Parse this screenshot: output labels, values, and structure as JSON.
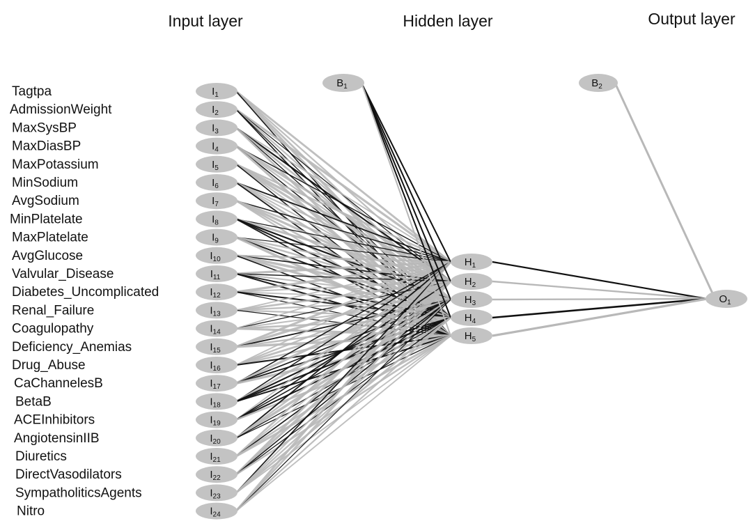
{
  "layers": {
    "input": "Input layer",
    "hidden": "Hidden layer",
    "output": "Output layer"
  },
  "features": [
    "Tagtpa",
    "AdmissionWeight",
    "MaxSysBP",
    "MaxDiasBP",
    "MaxPotassium",
    "MinSodium",
    "AvgSodium",
    "MinPlatelate",
    "MaxPlatelate",
    "AvgGlucose",
    "Valvular_Disease",
    "Diabetes_Uncomplicated",
    "Renal_Failure",
    "Coagulopathy",
    "Deficiency_Anemias",
    "Drug_Abuse",
    "CaChannelesB",
    "BetaB",
    "ACEInhibitors",
    "AngiotensinIIB",
    "Diuretics",
    "DirectVasodilators",
    "SympatholiticsAgents",
    "Nitro"
  ],
  "nodes": {
    "input": [
      {
        "letter": "I",
        "sub": "1"
      },
      {
        "letter": "I",
        "sub": "2"
      },
      {
        "letter": "I",
        "sub": "3"
      },
      {
        "letter": "I",
        "sub": "4"
      },
      {
        "letter": "I",
        "sub": "5"
      },
      {
        "letter": "I",
        "sub": "6"
      },
      {
        "letter": "I",
        "sub": "7"
      },
      {
        "letter": "I",
        "sub": "8"
      },
      {
        "letter": "I",
        "sub": "9"
      },
      {
        "letter": "I",
        "sub": "10"
      },
      {
        "letter": "I",
        "sub": "11"
      },
      {
        "letter": "I",
        "sub": "12"
      },
      {
        "letter": "I",
        "sub": "13"
      },
      {
        "letter": "I",
        "sub": "14"
      },
      {
        "letter": "I",
        "sub": "15"
      },
      {
        "letter": "I",
        "sub": "16"
      },
      {
        "letter": "I",
        "sub": "17"
      },
      {
        "letter": "I",
        "sub": "18"
      },
      {
        "letter": "I",
        "sub": "19"
      },
      {
        "letter": "I",
        "sub": "20"
      },
      {
        "letter": "I",
        "sub": "21"
      },
      {
        "letter": "I",
        "sub": "22"
      },
      {
        "letter": "I",
        "sub": "23"
      },
      {
        "letter": "I",
        "sub": "24"
      }
    ],
    "hidden": [
      {
        "letter": "H",
        "sub": "1"
      },
      {
        "letter": "H",
        "sub": "2"
      },
      {
        "letter": "H",
        "sub": "3"
      },
      {
        "letter": "H",
        "sub": "4"
      },
      {
        "letter": "H",
        "sub": "5"
      }
    ],
    "bias1": {
      "letter": "B",
      "sub": "1"
    },
    "bias2": {
      "letter": "B",
      "sub": "2"
    },
    "output": {
      "letter": "O",
      "sub": "1"
    }
  },
  "colors": {
    "node": "#c3c3c3",
    "positive_weight": "#111111",
    "negative_weight": "#b8b8b8"
  }
}
